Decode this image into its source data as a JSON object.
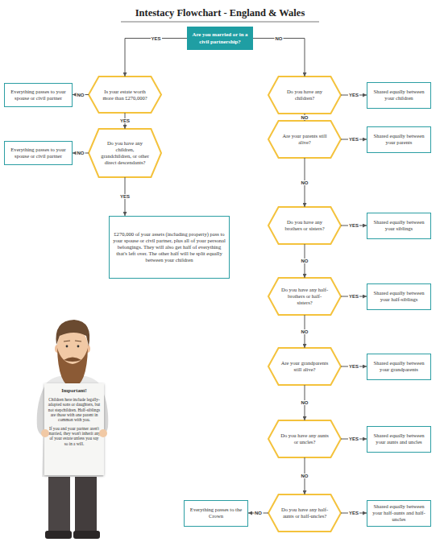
{
  "diagram": {
    "title": "Intestacy Flowchart - England & Wales",
    "nodes": [
      {
        "text": [
          "Are you married or in a civil partnership?"
        ]
      },
      {
        "text": [
          "Is your estate worth more than £270,000?"
        ]
      },
      {
        "text": [
          "Everything passes to your spouse or civil partner"
        ]
      },
      {
        "text": [
          "Do you have any children, grandchildren, or other direct descendants?"
        ]
      },
      {
        "text": [
          "Everything passes to your spouse or civil partner"
        ]
      },
      {
        "text": [
          "£270,000 of your assets (including property) pass to your spouse or civil partner, plus all of your personal belongings. They will also get half of everything that's left over. The other half will be split equally between your children"
        ]
      },
      {
        "text": [
          "Do you have any children?"
        ]
      },
      {
        "text": [
          "Shared equally between your children"
        ]
      },
      {
        "text": [
          "Are your parents still alive?"
        ]
      },
      {
        "text": [
          "Shared equally between your parents"
        ]
      },
      {
        "text": [
          "Do you have any brothers or sisters?"
        ]
      },
      {
        "text": [
          "Shared equally between your siblings"
        ]
      },
      {
        "text": [
          "Do you have any half-brothers or half-sisters?"
        ]
      },
      {
        "text": [
          "Shared equally between your half-siblings"
        ]
      },
      {
        "text": [
          "Are your grandparents still alive?"
        ]
      },
      {
        "text": [
          "Shared equally between your grandparents"
        ]
      },
      {
        "text": [
          "Do you have any aunts or uncles?"
        ]
      },
      {
        "text": [
          "Shared equally between your aunts and uncles"
        ]
      },
      {
        "text": [
          "Do you have any half-aunts or half-uncles?"
        ]
      },
      {
        "text": [
          "Shared equally between your half-aunts and half-uncles"
        ]
      },
      {
        "text": [
          "Everything passes to the Crown"
        ]
      },
      {
        "text": [
          "Important!",
          "Children here include legally-adopted sons or daughters, but not stepchildren. Half-siblings are those with one parent in common with you.",
          "If you and your partner aren't married, they won't inherit any of your estate unless you say so in a will."
        ]
      }
    ],
    "edges": [
      {
        "from": 0,
        "to": 1,
        "label": "YES",
        "arrow": "to"
      },
      {
        "from": 0,
        "to": 6,
        "label": "NO",
        "arrow": "to"
      },
      {
        "from": 1,
        "to": 2,
        "label": "NO",
        "arrow": "to"
      },
      {
        "from": 1,
        "to": 3,
        "label": "YES",
        "arrow": "to"
      },
      {
        "from": 3,
        "to": 4,
        "label": "NO",
        "arrow": "to"
      },
      {
        "from": 3,
        "to": 5,
        "label": "YES",
        "arrow": "to"
      },
      {
        "from": 6,
        "to": 7,
        "label": "YES",
        "arrow": "to"
      },
      {
        "from": 6,
        "to": 8,
        "label": "NO",
        "arrow": "to"
      },
      {
        "from": 8,
        "to": 9,
        "label": "YES",
        "arrow": "to"
      },
      {
        "from": 8,
        "to": 10,
        "label": "NO",
        "arrow": "to"
      },
      {
        "from": 10,
        "to": 11,
        "label": "YES",
        "arrow": "to"
      },
      {
        "from": 10,
        "to": 12,
        "label": "NO",
        "arrow": "to"
      },
      {
        "from": 12,
        "to": 13,
        "label": "YES",
        "arrow": "to"
      },
      {
        "from": 12,
        "to": 14,
        "label": "NO",
        "arrow": "to"
      },
      {
        "from": 14,
        "to": 15,
        "label": "YES",
        "arrow": "to"
      },
      {
        "from": 14,
        "to": 16,
        "label": "NO",
        "arrow": "to"
      },
      {
        "from": 16,
        "to": 17,
        "label": "YES",
        "arrow": "to"
      },
      {
        "from": 16,
        "to": 18,
        "label": "NO",
        "arrow": "to"
      },
      {
        "from": 18,
        "to": 19,
        "label": "YES",
        "arrow": "to"
      },
      {
        "from": 18,
        "to": 20,
        "label": "NO",
        "arrow": "to"
      }
    ]
  }
}
